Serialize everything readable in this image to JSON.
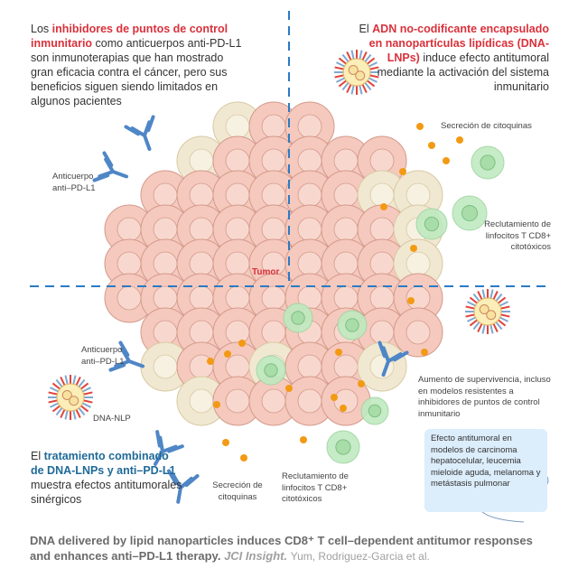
{
  "quadrants": {
    "top_left": {
      "prefix": "Los ",
      "highlight": "inhibidores de puntos de control inmunitario",
      "rest": " como anticuerpos anti-PD-L1 son inmunoterapias que han mostrado gran eficacia contra el cáncer, pero sus beneficios siguen siendo limitados en algunos pacientes"
    },
    "top_right": {
      "prefix": "El ",
      "highlight": "ADN no-codificante encapsulado en nanopartículas lipídicas (DNA-LNPs)",
      "rest": " induce efecto antitumoral mediante la activación del sistema inmunitario"
    },
    "bottom_left": {
      "prefix": "El ",
      "highlight": "tratamiento combinado de DNA-LNPs y anti–PD-L1",
      "rest": " muestra efectos antitumorales sinérgicos"
    }
  },
  "labels": {
    "antibody_top": "Anticuerpo anti–PD-L1",
    "antibody_bottom": "Anticuerpo anti–PD-L1",
    "tumor": "Tumor",
    "cytokines_top": "Secreción de citoquinas",
    "recruit_top": "Reclutamiento de linfocitos T CD8+ citotóxicos",
    "dna_nlp": "DNA-NLP",
    "survival": "Aumento de supervivencia, incluso en modelos resistentes a inhibidores de puntos de control inmunitario",
    "cytokines_bottom": "Secreción de citoquinas",
    "recruit_bottom": "Reclutamiento de linfocitos T CD8+ citotóxicos",
    "mouse_box": "Efecto antitumoral en modelos de carcinoma hepatocelular, leucemia mieloide aguda, melanoma y metástasis pulmonar"
  },
  "footer": {
    "title": "DNA delivered by lipid nanoparticles induces CD8⁺ T cell–dependent antitumor responses and enhances anti–PD-L1 therapy.",
    "journal": "JCI Insight.",
    "authors": "Yum, Rodriguez-Garcia et al."
  },
  "colors": {
    "accent_red": "#d9313b",
    "accent_blue": "#1f6a98",
    "divider": "#2a7bc4",
    "cytokine": "#f39a14",
    "tcell": "#bfeac0",
    "tumor_cell": "#f5c9bd"
  }
}
